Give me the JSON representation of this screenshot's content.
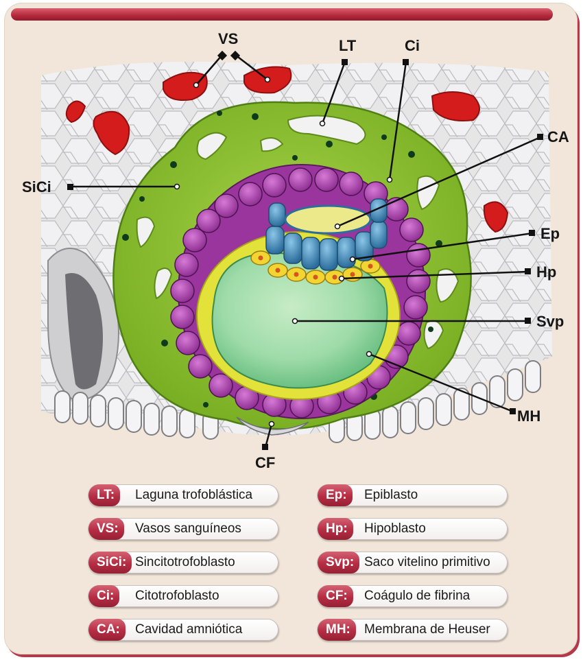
{
  "diagram": {
    "labels": {
      "vs": "VS",
      "lt": "LT",
      "ci": "Ci",
      "ca": "CA",
      "sici": "SiCi",
      "ep": "Ep",
      "hp": "Hp",
      "svp": "Svp",
      "mh": "MH",
      "cf": "CF"
    }
  },
  "legend": {
    "left": [
      {
        "abbr": "LT:",
        "text": "Laguna trofoblástica"
      },
      {
        "abbr": "VS:",
        "text": "Vasos sanguíneos"
      },
      {
        "abbr": "SiCi:",
        "text": "Sincitotrofoblasto"
      },
      {
        "abbr": "Ci:",
        "text": "Citotrofoblasto"
      },
      {
        "abbr": "CA:",
        "text": "Cavidad amniótica"
      }
    ],
    "right": [
      {
        "abbr": "Ep:",
        "text": "Epiblasto"
      },
      {
        "abbr": "Hp:",
        "text": "Hipoblasto"
      },
      {
        "abbr": "Svp:",
        "text": "Saco vitelino primitivo"
      },
      {
        "abbr": "CF:",
        "text": "Coágulo de fibrina"
      },
      {
        "abbr": "MH:",
        "text": "Membrana de Heuser"
      }
    ]
  },
  "colors": {
    "accent": "#b4283c",
    "syncytio": "#8fbf2f",
    "cyto": "#a63aa8",
    "yolk": "#9fdcab",
    "epiblast": "#3f86b8",
    "vessel": "#d51c1c"
  }
}
